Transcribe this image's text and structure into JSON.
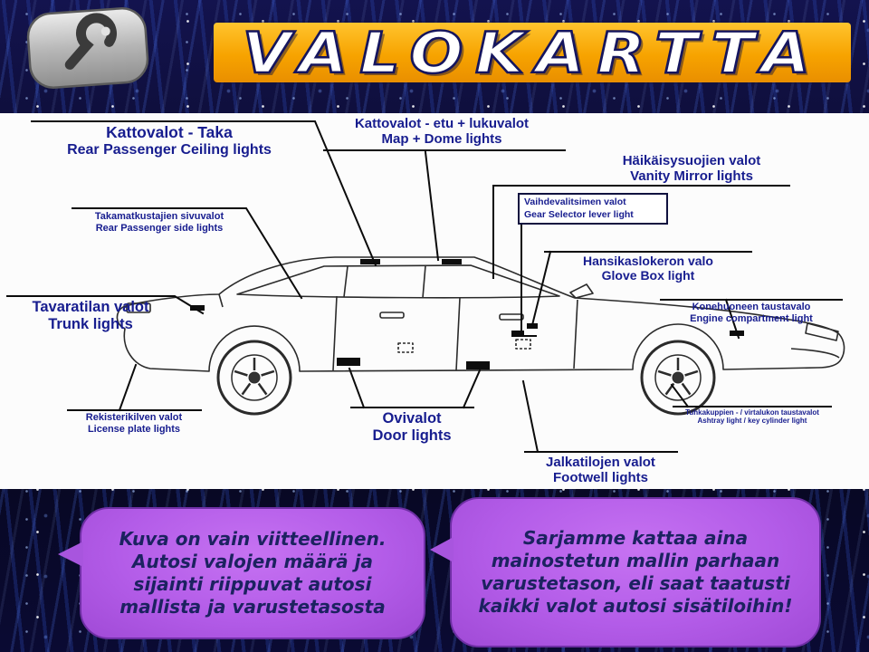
{
  "header": {
    "title": "VALOKARTTA",
    "logo_icon": "tow-hook-logo"
  },
  "callouts": {
    "ceiling_rear": {
      "fi": "Kattovalot - Taka",
      "en": "Rear Passenger Ceiling lights"
    },
    "map_dome": {
      "fi": "Kattovalot - etu + lukuvalot",
      "en": "Map + Dome lights"
    },
    "vanity": {
      "fi": "Häikäisysuojien valot",
      "en": "Vanity Mirror lights"
    },
    "gear_selector": {
      "fi": "Vaihdevalitsimen valot",
      "en": "Gear Selector lever light"
    },
    "rear_side": {
      "fi": "Takamatkustajien sivuvalot",
      "en": "Rear Passenger side lights"
    },
    "glove_box": {
      "fi": "Hansikaslokeron valo",
      "en": "Glove Box light"
    },
    "trunk": {
      "fi": "Tavaratilan valot",
      "en": "Trunk lights"
    },
    "engine": {
      "fi": "Konehuoneen taustavalo",
      "en": "Engine compartment light"
    },
    "license_plate": {
      "fi": "Rekisterikilven valot",
      "en": "License plate lights"
    },
    "door": {
      "fi": "Ovivalot",
      "en": "Door lights"
    },
    "ashtray": {
      "fi": "Tuhkakuppien - / virtalukon taustavalot",
      "en": "Ashtray light / key cylinder light"
    },
    "footwell": {
      "fi": "Jalkatilojen valot",
      "en": "Footwell lights"
    }
  },
  "notes": {
    "left": "Kuva on vain viitteellinen. Autosi valojen määrä ja sijainti riippuvat autosi mallista ja varustetasosta",
    "right": "Sarjamme kattaa aina mainostetun mallin parhaan varustetason, eli saat taatusti kaikki valot autosi sisätiloihin!"
  },
  "colors": {
    "banner_orange": "#f7a300",
    "label_blue": "#171d8f",
    "bubble_purple": "#b35ce8",
    "background_navy": "#060620",
    "panel_white": "#fcfcfc"
  }
}
